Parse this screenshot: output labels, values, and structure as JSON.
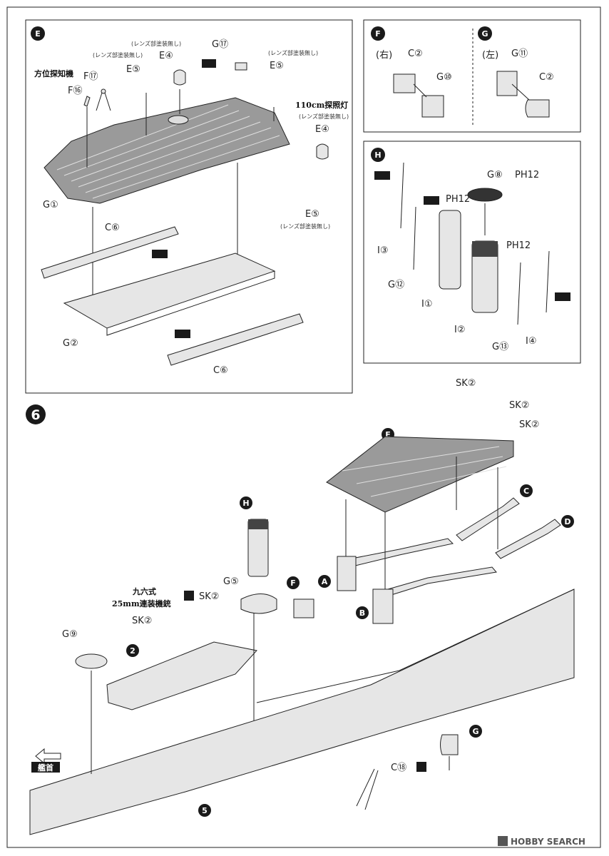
{
  "panels": {
    "e": {
      "badge": "E",
      "title_text": "方位探知機",
      "searchlight_text": "110cm探照灯",
      "note_lens": "(レンズ部塗装無し)",
      "parts": {
        "f17": "F⑰",
        "f16": "F⑯",
        "e5_a": "E⑤",
        "e4_a": "E④",
        "g17": "G⑰",
        "e5_b": "E⑤",
        "e4_b": "E④",
        "e5_c": "E⑤",
        "g1": "G①",
        "c6_a": "C⑥",
        "g2": "G②",
        "c6_b": "C⑥"
      }
    },
    "f": {
      "badge": "F",
      "side": "(右)",
      "parts": {
        "c2": "C②",
        "g10": "G⑩"
      }
    },
    "g": {
      "badge": "G",
      "side": "(左)",
      "parts": {
        "g11": "G⑪",
        "c2": "C②"
      }
    },
    "h": {
      "badge": "H",
      "parts": {
        "g8": "G⑧",
        "ph12_a": "PH12",
        "ph12_b": "PH12",
        "ph12_c": "PH12",
        "i3": "I③",
        "g12": "G⑫",
        "i1": "I①",
        "i2": "I②",
        "g13": "G⑬",
        "i4": "I④"
      }
    }
  },
  "step": {
    "number": "6",
    "gun_text_1": "九六式",
    "gun_text_2": "25mm連装機銃",
    "bow_text": "艦首",
    "subassemblies": {
      "e": "E",
      "c": "C",
      "d": "D",
      "h": "H",
      "f": "F",
      "a": "A",
      "b": "B",
      "g": "G",
      "two": "2",
      "five": "5"
    },
    "parts": {
      "sk2_a": "SK②",
      "sk2_b": "SK②",
      "sk2_c": "SK②",
      "sk2_d": "SK②",
      "sk2_e": "SK②",
      "g5": "G⑤",
      "g9": "G⑨",
      "c18": "C⑱"
    }
  },
  "watermark": "HOBBY SEARCH",
  "colors": {
    "ink": "#222222",
    "deck": "#9a9a9a",
    "part": "#e6e6e6",
    "badge": "#1a1a1a"
  }
}
